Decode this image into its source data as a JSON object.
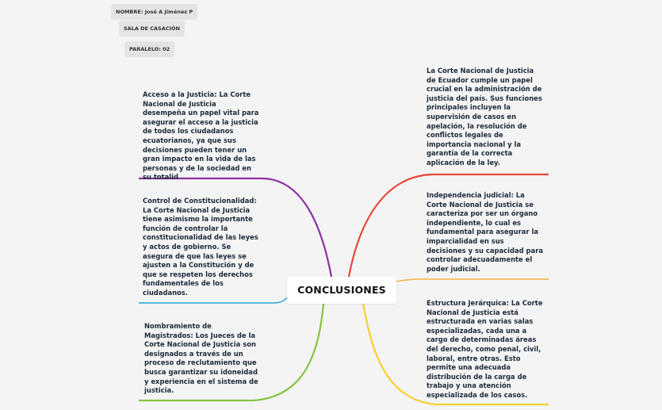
{
  "header": {
    "nombre": "NOMBRE: José A Jiménez P",
    "sala": "SALA DE CASACIÓN",
    "paralelo": "PARALELO: 02"
  },
  "central": "CONCLUSIONES",
  "colors": {
    "purple": "#8e2fa5",
    "blue": "#2aa6d6",
    "green": "#86c441",
    "red": "#e8463a",
    "orange": "#f0b445",
    "yellow": "#f7cf35",
    "background": "#f4f4f4"
  },
  "nodes": {
    "acceso": "Acceso a la Justicia: La Corte Nacional de Justicia desempeña un papel vital para asegurar el acceso a la justicia de todos los ciudadanos ecuatorianos, ya que sus decisiones pueden tener un gran impacto en la vida de las personas y de la sociedad en su totalid",
    "control": "Control de Constitucionalidad: La Corte Nacional de Justicia tiene asimismo la importante función de controlar la constitucionalidad de las leyes y actos de gobierno. Se asegura de que las leyes se ajusten a la Constitución y de que se respeten los derechos fundamentales de los ciudadanos.",
    "nombramiento": "Nombramiento de Magistrados: Los Jueces de la Corte Nacional de Justicia son designados a través de un proceso de reclutamiento que busca garantizar su idoneidad y experiencia en el sistema de justicia.",
    "corte": "La Corte Nacional de Justicia de Ecuador cumple un papel crucial en la administración de justicia del país. Sus funciones principales incluyen la supervisión de casos en apelación, la resolución de conflictos legales de importancia nacional y la garantía de la correcta aplicación de la ley.",
    "independencia": "Independencia judicial: La Corte Nacional de Justicia se caracteriza por ser un órgano independiente, lo cual es fundamental para asegurar la imparcialidad en sus decisiones y su capacidad para controlar adecuadamente el poder judicial.",
    "estructura": "Estructura Jerárquica: La Corte Nacional de Justicia está estructurada en varias salas especializadas, cada una a cargo de determinadas áreas del derecho, como penal, civil, laboral, entre otras. Esto permite una adecuada distribución de la carga de trabajo y una atención especializada de los casos."
  }
}
